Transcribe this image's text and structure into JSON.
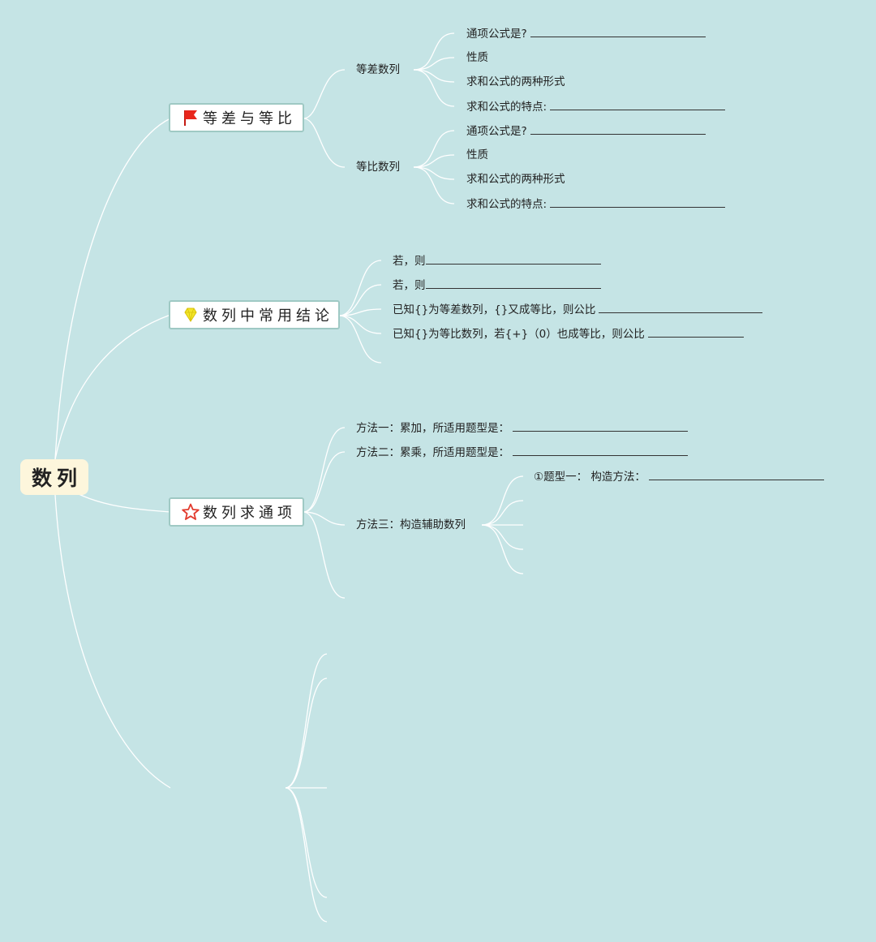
{
  "root": {
    "label": "数列"
  },
  "topics": [
    {
      "label": "等差与等比",
      "icon": "red-flag-icon",
      "subtopics": [
        {
          "label": "等差数列",
          "items": [
            "通项公式是?",
            "性质",
            "求和公式的两种形式",
            "求和公式的特点:"
          ]
        },
        {
          "label": "等比数列",
          "items": [
            "通项公式是?",
            "性质",
            "求和公式的两种形式",
            "求和公式的特点:"
          ]
        }
      ]
    },
    {
      "label": "数列中常用结论",
      "icon": "yellow-diamond-icon",
      "items": [
        "若，则",
        "若，则",
        "已知{}为等差数列，{}又成等比，则公比",
        "已知{}为等比数列，若{+}（0）也成等比，则公比"
      ]
    },
    {
      "label": "数列求通项",
      "icon": "red-star-icon",
      "methods": [
        "方法一：累加，所适用题型是：",
        "方法二：累乘，所适用题型是：",
        "方法三：构造辅助数列"
      ],
      "method3_items": [
        "①题型一： 构造方法："
      ]
    }
  ],
  "colors": {
    "background": "#c5e4e5",
    "branch": "#ffffff",
    "root_bg": "#fdf6dc",
    "node_border": "#9fc9c4",
    "flag": "#e8261c",
    "star": "#e23b2e",
    "diamond": "#f3e62a"
  }
}
